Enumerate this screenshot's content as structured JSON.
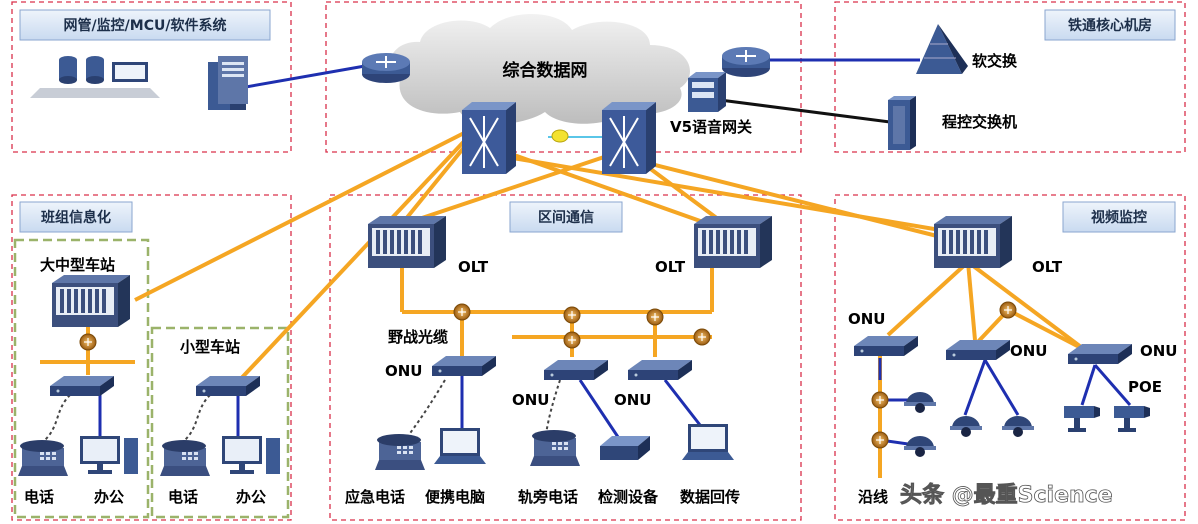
{
  "sections": {
    "nms": "网管/监控/MCU/软件系统",
    "core": "铁通核心机房",
    "team": "班组信息化",
    "interval": "区间通信",
    "video": "视频监控"
  },
  "cloud_label": "综合数据网",
  "labels": {
    "softswitch": "软交换",
    "pbx": "程控交换机",
    "v5": "V5语音网关",
    "big_station": "大中型车站",
    "small_station": "小型车站",
    "field_cable": "野战光缆",
    "olt": "OLT",
    "onu": "ONU",
    "poe": "POE",
    "phone": "电话",
    "office": "办公",
    "emergency_phone": "应急电话",
    "laptop": "便携电脑",
    "trackside_phone": "轨旁电话",
    "detect_device": "检测设备",
    "data_return": "数据回传",
    "along_line": "沿线",
    "watermark": "头条 @最重Science"
  },
  "colors": {
    "orange_link": "#f5a623",
    "blue_link": "#1e2fb0",
    "device_blue": "#3b5998",
    "frame_red": "#d9304a",
    "header_fill": "#dde9f7"
  }
}
